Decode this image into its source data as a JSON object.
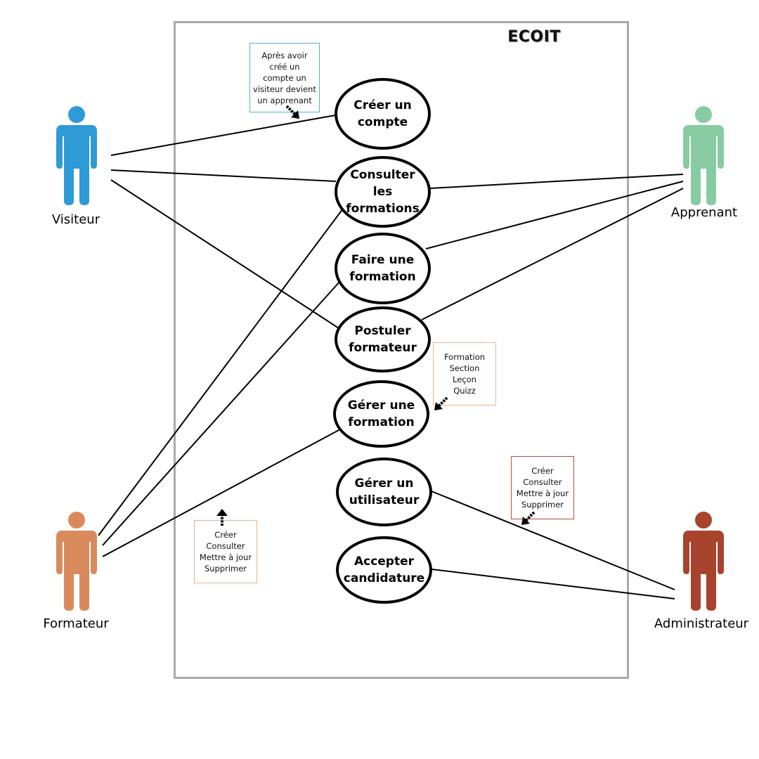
{
  "system": {
    "title": "ECOIT",
    "border_color": "#aaaaaa"
  },
  "actors": [
    {
      "id": "visiteur",
      "label": "Visiteur",
      "color": "#2e9bd6"
    },
    {
      "id": "apprenant",
      "label": "Apprenant",
      "color": "#88cba3"
    },
    {
      "id": "formateur",
      "label": "Formateur",
      "color": "#d98a5c"
    },
    {
      "id": "administrateur",
      "label": "Administrateur",
      "color": "#a8432d"
    }
  ],
  "use_cases": [
    {
      "id": "creer-compte",
      "label": "Créer un\ncompte"
    },
    {
      "id": "consulter-formations",
      "label": "Consulter les\nformations"
    },
    {
      "id": "faire-formation",
      "label": "Faire une\nformation"
    },
    {
      "id": "postuler-formateur",
      "label": "Postuler\nformateur"
    },
    {
      "id": "gerer-formation",
      "label": "Gérer une\nformation"
    },
    {
      "id": "gerer-utilisateur",
      "label": "Gérer un\nutilisateur"
    },
    {
      "id": "accepter-candidature",
      "label": "Accepter\ncandidature"
    }
  ],
  "notes": [
    {
      "id": "note-visiteur",
      "text": "Après avoir\ncréé un\ncompte un\nvisiteur devient\nun apprenant",
      "border_color": "#5aaed6"
    },
    {
      "id": "note-formation",
      "text": "Formation\nSection\nLeçon\nQuizz",
      "border_color": "#e8b48f"
    },
    {
      "id": "note-utilisateur",
      "text": "Créer\nConsulter\nMettre à jour\nSupprimer",
      "border_color": "#b4503a"
    },
    {
      "id": "note-formateur",
      "text": "Créer\nConsulter\nMettre à jour\nSupprimer",
      "border_color": "#e8b48f"
    }
  ],
  "associations": [
    [
      "visiteur",
      "creer-compte"
    ],
    [
      "visiteur",
      "consulter-formations"
    ],
    [
      "visiteur",
      "postuler-formateur"
    ],
    [
      "apprenant",
      "consulter-formations"
    ],
    [
      "apprenant",
      "faire-formation"
    ],
    [
      "apprenant",
      "postuler-formateur"
    ],
    [
      "formateur",
      "consulter-formations"
    ],
    [
      "formateur",
      "faire-formation"
    ],
    [
      "formateur",
      "gerer-formation"
    ],
    [
      "administrateur",
      "gerer-utilisateur"
    ],
    [
      "administrateur",
      "accepter-candidature"
    ]
  ]
}
